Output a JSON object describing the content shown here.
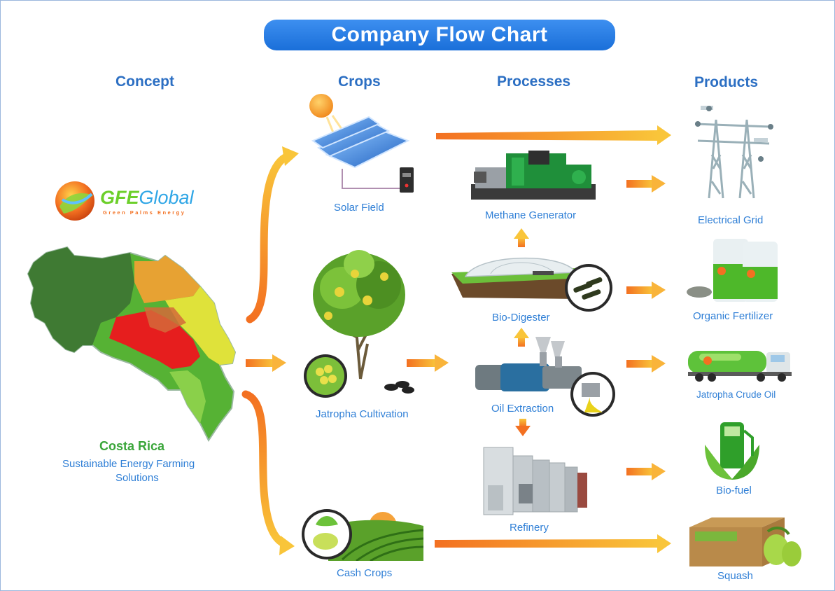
{
  "title": "Company  Flow Chart",
  "columns": {
    "concept": "Concept",
    "crops": "Crops",
    "processes": "Processes",
    "products": "Products"
  },
  "logo": {
    "name": "GFEGlobal",
    "name_part1": "GFE",
    "name_part2": "Global",
    "tagline": "Green Palms Energy"
  },
  "concept": {
    "country": "Costa Rica",
    "subtitle_line1": "Sustainable Energy Farming",
    "subtitle_line2": "Solutions"
  },
  "crops": {
    "solar": "Solar Field",
    "jatropha": "Jatropha Cultivation",
    "cash": "Cash Crops"
  },
  "processes": {
    "methane": "Methane Generator",
    "biodigester": "Bio-Digester",
    "oil": "Oil Extraction",
    "refinery": "Refinery"
  },
  "products": {
    "grid": "Electrical Grid",
    "fertilizer": "Organic  Fertilizer",
    "crude": "Jatropha Crude Oil",
    "biofuel": "Bio-fuel",
    "squash": "Squash"
  },
  "colors": {
    "title_bg": "#2a7fe6",
    "header_text": "#2c6fc3",
    "label_text": "#2f7fd6",
    "arrow_start": "#f7c83a",
    "arrow_end": "#f37021",
    "country_text": "#3aa63a"
  }
}
